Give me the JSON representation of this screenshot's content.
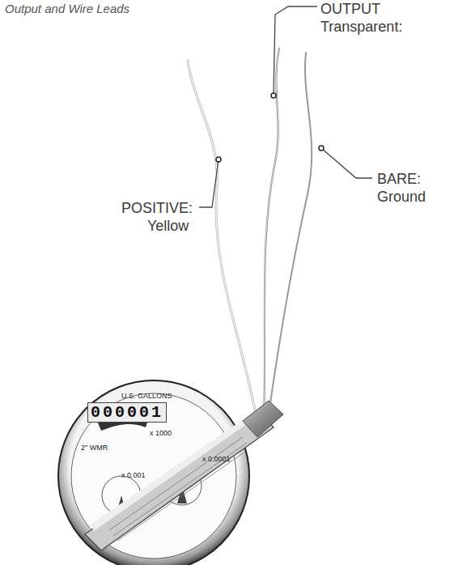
{
  "diagram": {
    "title": "Output and Wire Leads",
    "labels": [
      "OUTPUT",
      "Transparent:",
      "POSITIVE:",
      "Yellow",
      "BARE:",
      "Ground",
      "U.S. GALLONS",
      "000001",
      "x 1000",
      "2\" WMR",
      "x 0.0001",
      "x 0.001"
    ]
  }
}
